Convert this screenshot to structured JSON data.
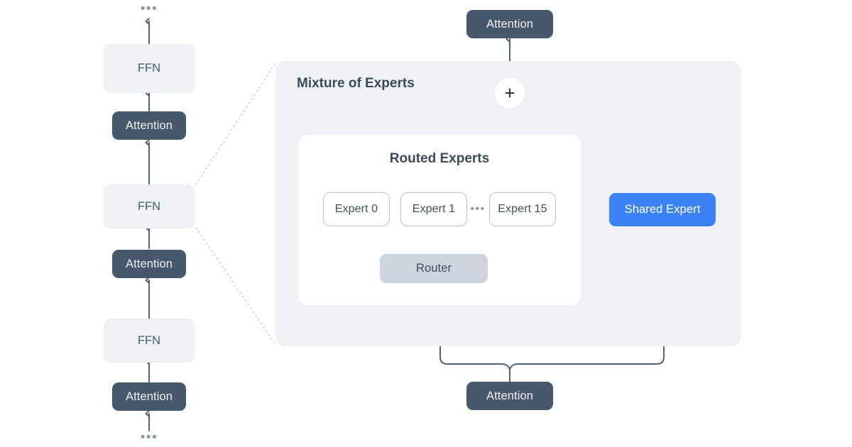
{
  "diagram": {
    "title": "Mixture of Experts",
    "routed_title": "Routed Experts"
  },
  "stack": {
    "top_ellipsis": "•••",
    "bottom_ellipsis": "•••",
    "blocks": [
      {
        "label": "FFN",
        "type": "ffn"
      },
      {
        "label": "Attention",
        "type": "attention"
      },
      {
        "label": "FFN",
        "type": "ffn"
      },
      {
        "label": "Attention",
        "type": "attention"
      },
      {
        "label": "FFN",
        "type": "ffn"
      },
      {
        "label": "Attention",
        "type": "attention"
      }
    ]
  },
  "moe": {
    "output_attention": "Attention",
    "input_attention": "Attention",
    "sum_symbol": "+",
    "router": "Router",
    "shared_expert": "Shared Expert",
    "experts": [
      {
        "label": "Expert 0"
      },
      {
        "label": "Expert 1"
      },
      {
        "label": "Expert 15"
      }
    ],
    "expert_ellipsis": "•••"
  },
  "colors": {
    "attention": "#46586a",
    "ffn": "#eef2f6",
    "router": "#ccd4de",
    "shared_expert": "#3b82f6",
    "panel": "#eef2f6",
    "wire": "#4f6274",
    "expert_border": "#b6c2cf"
  }
}
